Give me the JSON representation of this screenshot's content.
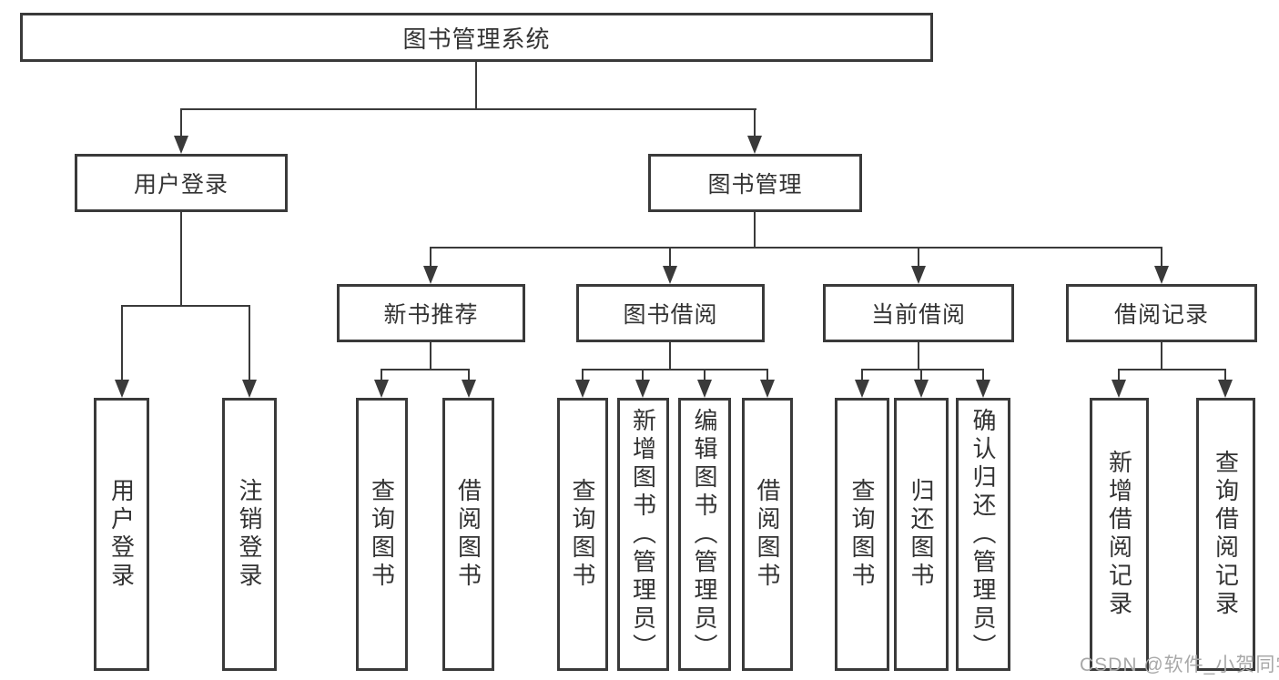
{
  "diagram": {
    "root": "图书管理系统",
    "level2": [
      "用户登录",
      "图书管理"
    ],
    "level3": [
      "新书推荐",
      "图书借阅",
      "当前借阅",
      "借阅记录"
    ],
    "leaves": {
      "user_login": [
        "用户登录",
        "注销登录"
      ],
      "new_book": [
        "查询图书",
        "借阅图书"
      ],
      "book_borrow": [
        "查询图书",
        "新增图书（管理员）",
        "编辑图书（管理员）",
        "借阅图书"
      ],
      "current_borrow": [
        "查询图书",
        "归还图书",
        "确认归还（管理员）"
      ],
      "borrow_records": [
        "新增借阅记录",
        "查询借阅记录"
      ]
    }
  },
  "watermark": "CSDN @软件_小贺同学",
  "colors": {
    "line": "#3a3a3a",
    "text": "#333333",
    "watermark": "#a8a8a8",
    "background": "#ffffff"
  }
}
